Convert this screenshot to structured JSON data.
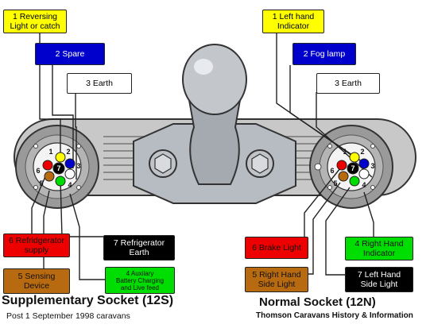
{
  "colors": {
    "yellow": "#ffff00",
    "blue": "#0000cc",
    "white": "#ffffff",
    "red": "#ee0000",
    "brown": "#b86a10",
    "green": "#00dd00",
    "black": "#000000",
    "bar": "#c8c8c8",
    "hitch": "#b7bcc2"
  },
  "left_labels": {
    "l1": "1 Reversing\nLight or catch",
    "l2": "2 Spare",
    "l3": "3 Earth",
    "l6": "6 Refridgerator\nsupply",
    "l5": "5 Sensing\nDevice",
    "l7": "7 Refrigerator\nEarth",
    "l4": "4 Auxilary\nBattery Charging\nand Live feed"
  },
  "right_labels": {
    "r1": "1 Left hand\nIndicator",
    "r2": "2 Fog lamp",
    "r3": "3 Earth",
    "r6": "6 Brake Light",
    "r5": "5 Right Hand\nSide Light",
    "r4": "4 Right Hand\nIndicator",
    "r7": "7 Left Hand\nSide Light"
  },
  "pin_numbers": [
    "1",
    "2",
    "3",
    "4",
    "5",
    "6",
    "7"
  ],
  "captions": {
    "left_title": "Supplementary Socket (12S)",
    "left_sub": "Post 1 September 1998 caravans",
    "right_title": "Normal Socket (12N)",
    "right_credit": "Thomson Caravans History & Information"
  }
}
